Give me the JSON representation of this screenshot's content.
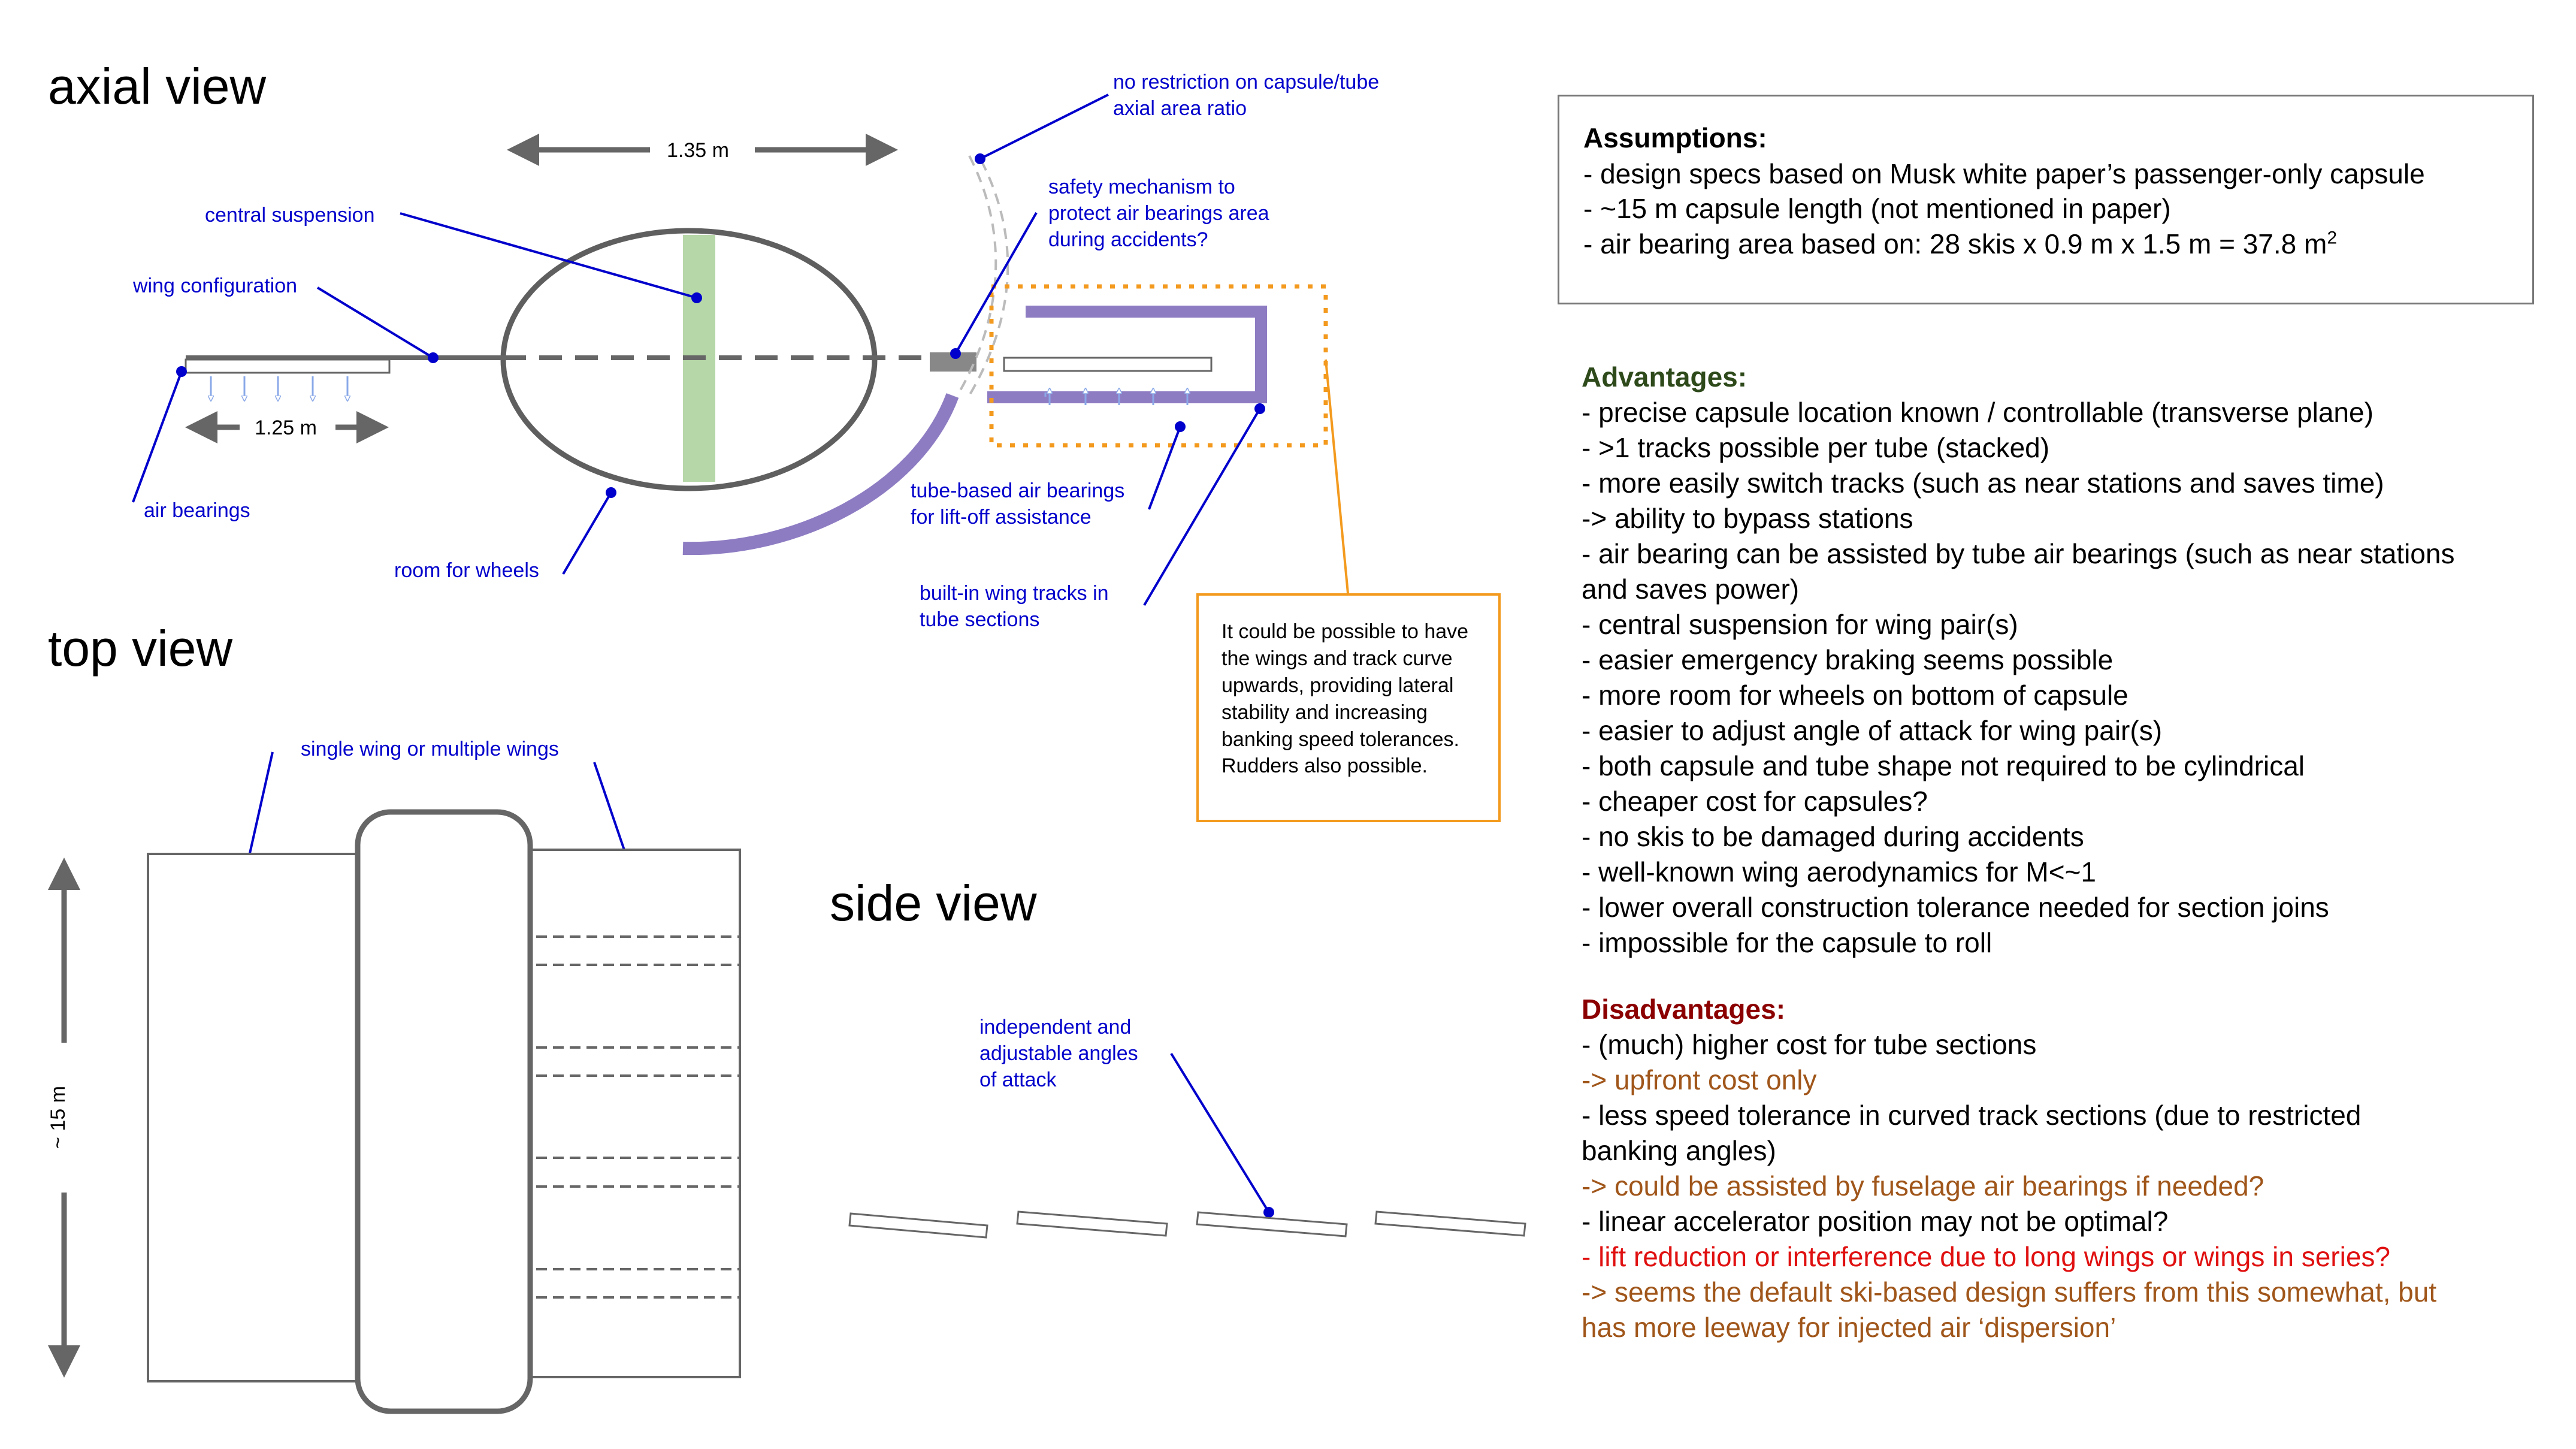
{
  "titles": {
    "axial": "axial view",
    "top": "top view",
    "side": "side view"
  },
  "axial": {
    "dim_135": "1.35 m",
    "dim_125": "1.25 m",
    "central_suspension": "central suspension",
    "wing_configuration": "wing configuration",
    "air_bearings": "air bearings",
    "room_for_wheels": "room for wheels",
    "no_restriction": "no restriction on capsule/tube\naxial area ratio",
    "safety_mechanism": "safety mechanism to\nprotect air bearings area\nduring accidents?",
    "tube_based": "tube-based  air bearings\nfor lift-off assistance",
    "built_in": "built-in wing tracks in\ntube sections"
  },
  "note": "It could be possible to have the wings and track curve upwards, providing lateral stability and increasing banking speed tolerances. Rudders also possible.",
  "top": {
    "wings_label": "single wing or multiple wings",
    "length": "~ 15  m"
  },
  "side": {
    "angles_label": "independent and\nadjustable angles\nof attack"
  },
  "assumptions": {
    "heading": "Assumptions:",
    "line1": "- design specs based on Musk white paper’s passenger-only capsule",
    "line2": "- ~15 m capsule length (not mentioned in paper)",
    "line3": "- air bearing area based on: 28 skis x 0.9 m x 1.5 m = 37.8 m",
    "line3_sup": "2"
  },
  "advantages": {
    "heading": "Advantages:",
    "items": [
      "- precise capsule location known / controllable (transverse plane)",
      "- >1 tracks possible per tube (stacked)",
      "- more easily switch tracks (such as near stations and saves time)",
      "-> ability to bypass stations",
      "- air bearing can be assisted by tube air bearings (such as near stations",
      "and saves power)",
      "- central suspension for wing pair(s)",
      "- easier emergency braking seems possible",
      "- more room for wheels on bottom of capsule",
      "- easier to adjust angle of attack for wing pair(s)",
      "- both capsule and tube shape not required to be cylindrical",
      "- cheaper cost for capsules?",
      "- no skis to be damaged during accidents",
      "- well-known wing aerodynamics for M<~1",
      "- lower overall construction tolerance needed for section joins",
      "- impossible for the capsule to roll"
    ]
  },
  "disadvantages": {
    "heading": "Disadvantages:",
    "items": [
      {
        "text": "- (much) higher cost for tube sections",
        "color": "#000000"
      },
      {
        "text": "-> upfront cost only",
        "color": "#a0561a"
      },
      {
        "text": "- less speed tolerance in curved track sections (due to restricted",
        "color": "#000000"
      },
      {
        "text": "banking angles)",
        "color": "#000000"
      },
      {
        "text": "-> could be assisted by fuselage air bearings if needed?",
        "color": "#a0561a"
      },
      {
        "text": "- linear accelerator position may not be optimal?",
        "color": "#000000"
      },
      {
        "text": "- lift reduction or interference due to long wings or wings in series?",
        "color": "#e01010"
      },
      {
        "text": "-> seems the default ski-based design suffers from this somewhat, but",
        "color": "#a0561a"
      },
      {
        "text": "has more leeway for injected air ‘dispersion’",
        "color": "#a0561a"
      }
    ]
  },
  "colors": {
    "annotation_blue": "#0000cc",
    "track_purple": "#8e7cc3",
    "suspension_green": "#b6d7a8",
    "note_orange": "#f39a1e",
    "advantages_green": "#2e4a1b",
    "disadvantages_red": "#8b0000",
    "brown": "#a0561a",
    "red": "#e01010"
  }
}
